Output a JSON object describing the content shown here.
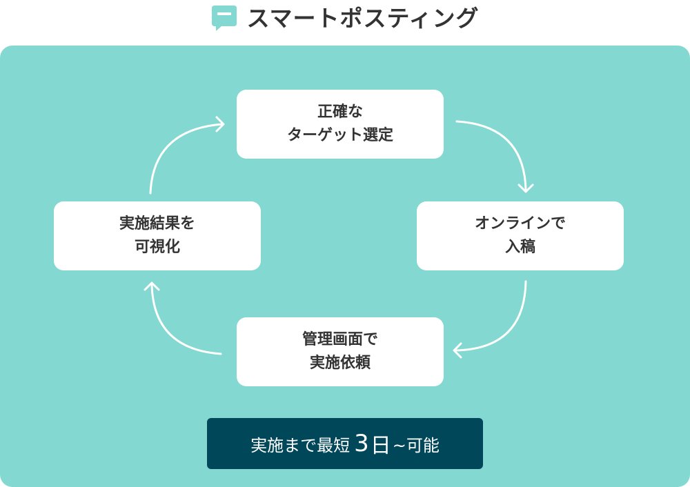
{
  "header": {
    "brand_name": "スマートポスティング",
    "logo_icon": "speech-bubble-icon",
    "accent_color": "#83d9d1"
  },
  "cycle": {
    "steps": [
      {
        "line1": "正確な",
        "line2": "ターゲット選定"
      },
      {
        "line1": "オンラインで",
        "line2": "入稿"
      },
      {
        "line1": "管理画面で",
        "line2": "実施依頼"
      },
      {
        "line1": "実施結果を",
        "line2": "可視化"
      }
    ],
    "arrow_icon": "curved-arrow-icon",
    "panel_color": "#83d9d1"
  },
  "footer_badge": {
    "prefix": "実施まで最短",
    "number": "3",
    "day": "日",
    "suffix": "~可能",
    "color": "#00475a"
  }
}
